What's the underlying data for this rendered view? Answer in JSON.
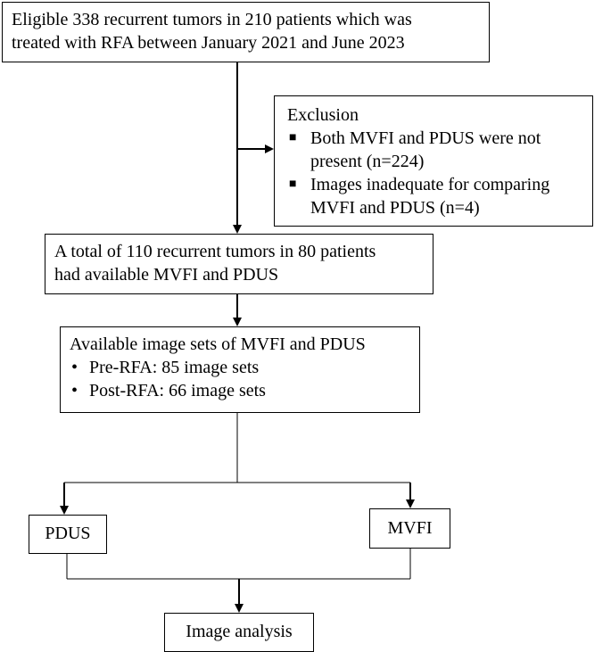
{
  "eligible": {
    "lines": [
      "Eligible 338 recurrent tumors in 210 patients which was",
      "treated with RFA between January 2021 and June 2023"
    ]
  },
  "exclusion": {
    "title": "Exclusion",
    "items": [
      {
        "lines": [
          "Both MVFI and PDUS were not",
          "present (n=224)"
        ]
      },
      {
        "lines": [
          "Images inadequate for comparing",
          "MVFI and PDUS (n=4)"
        ]
      }
    ]
  },
  "total": {
    "lines": [
      "A total of 110 recurrent tumors in 80 patients",
      "had available MVFI and PDUS"
    ]
  },
  "available": {
    "title": "Available image sets of MVFI and PDUS",
    "items": [
      "Pre-RFA: 85 image sets",
      "Post-RFA: 66 image sets"
    ]
  },
  "pdus": {
    "label": "PDUS"
  },
  "mvfi": {
    "label": "MVFI"
  },
  "analysis": {
    "label": "Image analysis"
  }
}
